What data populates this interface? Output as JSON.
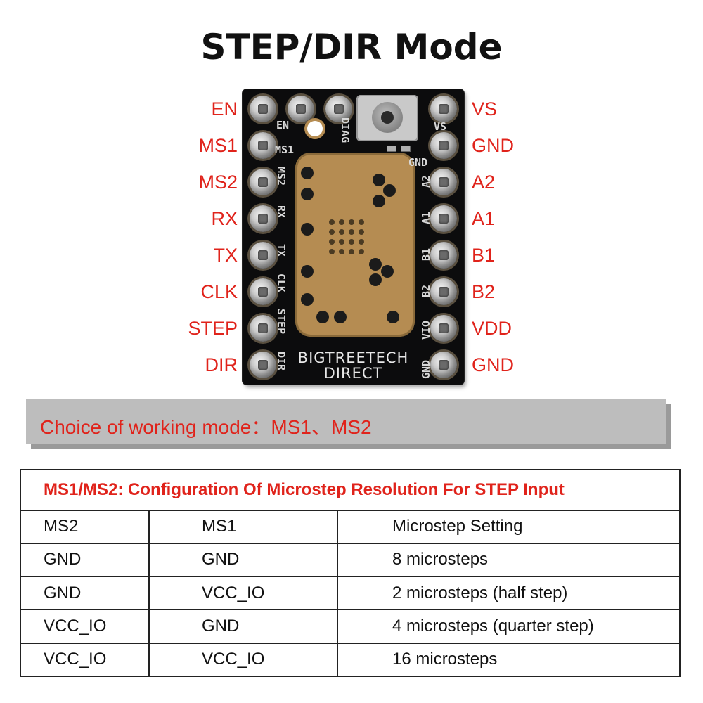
{
  "title": "STEP/DIR Mode",
  "pins_left": [
    "EN",
    "MS1",
    "MS2",
    "RX",
    "TX",
    "CLK",
    "STEP",
    "DIR"
  ],
  "pins_right": [
    "VS",
    "GND",
    "A2",
    "A1",
    "B1",
    "B2",
    "VDD",
    "GND"
  ],
  "board": {
    "silk_left": [
      "MS2",
      "RX",
      "TX",
      "CLK",
      "STEP",
      "DIR"
    ],
    "silk_top": [
      "EN",
      "MS1",
      "DIAG"
    ],
    "silk_right_top": [
      "VS",
      "GND"
    ],
    "silk_right": [
      "A2",
      "A1",
      "B1",
      "B2",
      "VIO",
      "GND"
    ],
    "brand_line1": "BIGTREETECH",
    "brand_line2": "DIRECT"
  },
  "mode_bar": {
    "text": "Choice of working mode：MS1、MS2"
  },
  "table": {
    "caption": "MS1/MS2: Configuration Of Microstep Resolution For STEP Input",
    "headers": [
      "MS2",
      "MS1",
      "Microstep Setting"
    ],
    "rows": [
      [
        "GND",
        "GND",
        "8 microsteps"
      ],
      [
        "GND",
        "VCC_IO",
        "2 microsteps (half step)"
      ],
      [
        "VCC_IO",
        "GND",
        "4 microsteps (quarter step)"
      ],
      [
        "VCC_IO",
        "VCC_IO",
        "16 microsteps"
      ]
    ]
  },
  "colors": {
    "label_red": "#e0231b",
    "board_black": "#0c0c0d",
    "heatsink_gold": "#b58c52",
    "bar_gray": "#bdbdbd"
  }
}
